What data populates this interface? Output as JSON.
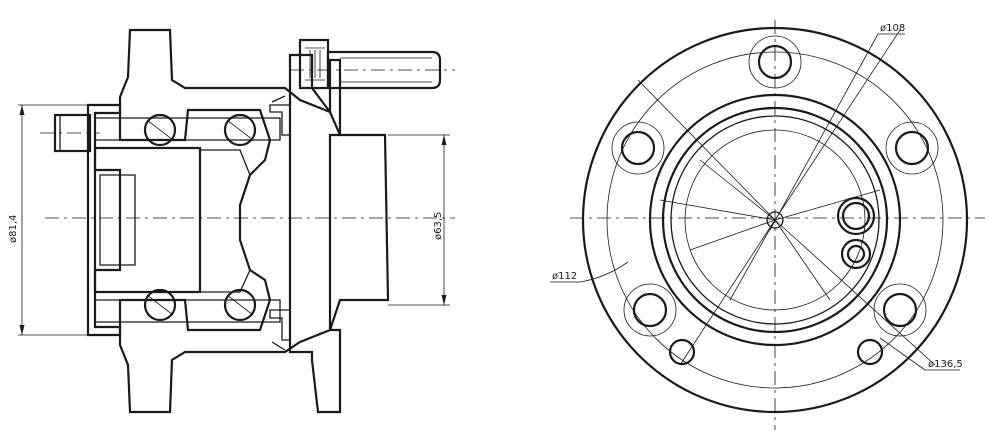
{
  "dimensions": {
    "inner_diameter": "ø81,4",
    "pilot_diameter": "ø63,5",
    "bore_diameter": "ø108",
    "hub_diameter": "ø112",
    "bolt_circle": "ø136,5"
  },
  "colors": {
    "line": "#1a1a1a",
    "background": "#ffffff"
  }
}
